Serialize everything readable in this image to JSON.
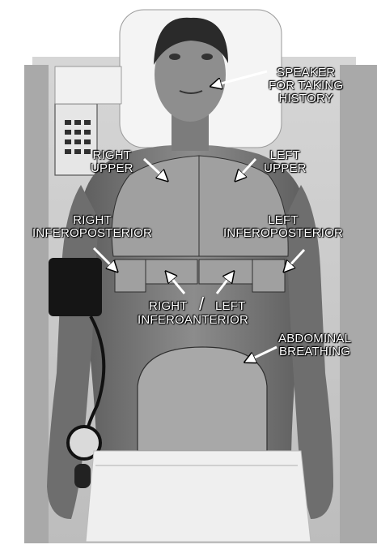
{
  "labels": {
    "speaker": [
      "SPEAKER",
      "FOR TAKING",
      "HISTORY"
    ],
    "right_upper": [
      "RIGHT",
      "UPPER"
    ],
    "left_upper": [
      "LEFT",
      "UPPER"
    ],
    "right_inferoposterior": [
      "RIGHT",
      "INFEROPOSTERIOR"
    ],
    "left_inferoposterior": [
      "LEFT",
      "INFEROPOSTERIOR"
    ],
    "inferoanterior_right": "RIGHT",
    "inferoanterior_slash": "/",
    "inferoanterior_left": "LEFT",
    "inferoanterior": "INFEROANTERIOR",
    "abdominal": [
      "ABDOMINAL",
      "BREATHING"
    ]
  },
  "colors": {
    "background": "#ffffff",
    "label_text": "#ffffff",
    "skin": "#8a8a8a",
    "zone_fill": "#9a9a9a",
    "zone_outline": "#2f2f2f",
    "sheet": "#e6e6e6",
    "arrow": "#ffffff"
  }
}
